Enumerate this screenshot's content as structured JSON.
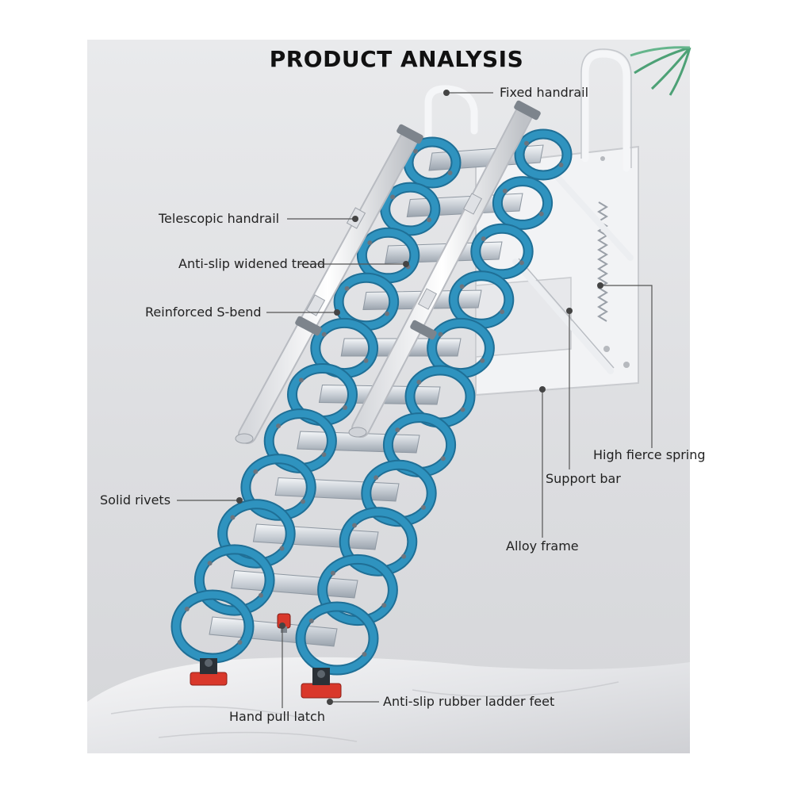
{
  "title": "PRODUCT ANALYSIS",
  "labels": {
    "fixed_handrail": "Fixed handrail",
    "telescopic_handrail": "Telescopic handrail",
    "anti_slip_tread": "Anti-slip widened tread",
    "reinforced_s_bend": "Reinforced S-bend",
    "high_fierce_spring": "High fierce spring",
    "support_bar": "Support bar",
    "solid_rivets": "Solid rivets",
    "alloy_frame": "Alloy frame",
    "anti_slip_feet": "Anti-slip rubber ladder feet",
    "hand_pull_latch": "Hand pull latch"
  },
  "colors": {
    "ladder_blue": "#2f93bf",
    "ladder_blue_dark": "#1f6f96",
    "step_silver": "#d9dde2",
    "frame_white": "#f3f4f6",
    "foot_red": "#d9382b",
    "leader_line": "#555555"
  }
}
